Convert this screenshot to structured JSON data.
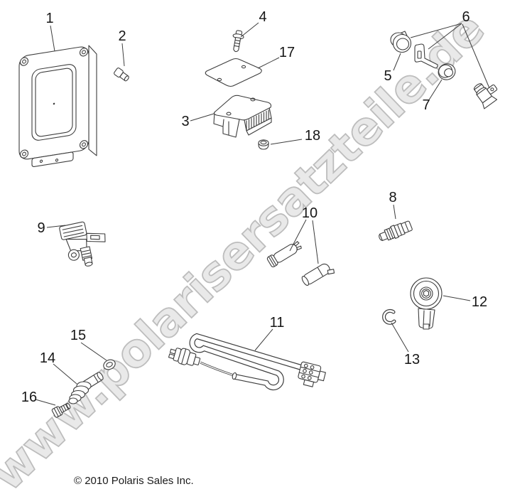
{
  "watermark": "www.polarisersatzteile.de",
  "copyright": "© 2010 Polaris Sales Inc.",
  "callouts": [
    "1",
    "2",
    "3",
    "4",
    "5",
    "6",
    "7",
    "8",
    "9",
    "10",
    "11",
    "12",
    "13",
    "14",
    "15",
    "16",
    "17",
    "18"
  ],
  "colors": {
    "background": "#ffffff",
    "line": "#3d3d3d",
    "label": "#161616",
    "watermark_fill": "#e9e9e9",
    "watermark_stroke": "#bdbdbd"
  }
}
